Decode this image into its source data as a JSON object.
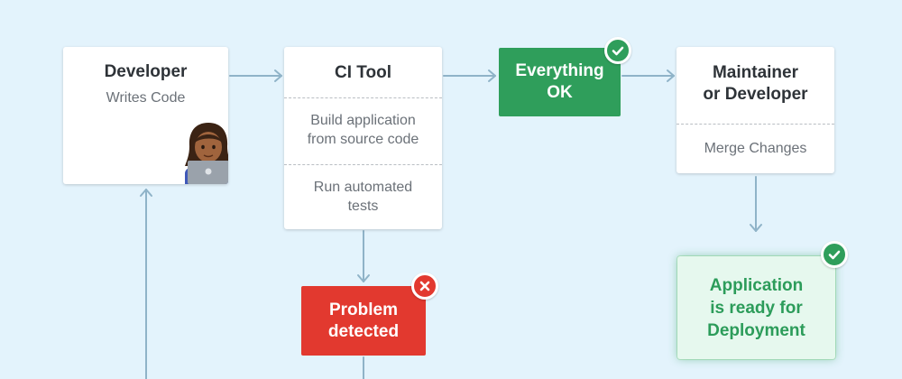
{
  "colors": {
    "background": "#e3f3fc",
    "connector": "#8fb3c8",
    "success": "#2f9e5b",
    "error": "#e2392f",
    "deploy_bg": "#e6f8ee",
    "deploy_text": "#2c9c5a"
  },
  "developer": {
    "title": "Developer",
    "subtitle": "Writes Code",
    "avatar_icon": "developer-with-laptop-icon"
  },
  "ci_tool": {
    "title": "CI Tool",
    "step1": "Build application\nfrom source code",
    "step2": "Run automated\ntests"
  },
  "everything_ok": {
    "label": "Everything\nOK",
    "badge_icon": "check-circle-icon"
  },
  "maintainer": {
    "title": "Maintainer\nor Developer",
    "action": "Merge Changes"
  },
  "problem": {
    "label": "Problem\ndetected",
    "badge_icon": "x-circle-icon"
  },
  "deployment": {
    "label": "Application\nis ready for\nDeployment",
    "badge_icon": "check-circle-icon"
  }
}
